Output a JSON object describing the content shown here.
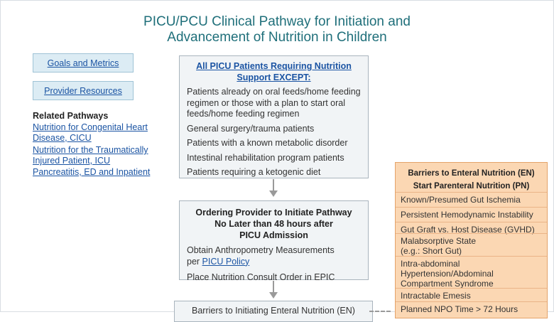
{
  "title": {
    "line1": "PICU/PCU Clinical Pathway for Initiation and",
    "line2": "Advancement of Nutrition in Children"
  },
  "sidebar": {
    "buttons": [
      "Goals and Metrics",
      "Provider Resources"
    ],
    "related_title": "Related Pathways",
    "related_links": [
      {
        "line1": "Nutrition for Congenital Heart",
        "line2": "Disease, CICU"
      },
      {
        "line1": "Nutrition for the Traumatically",
        "line2": "Injured Patient, ICU"
      },
      {
        "line1": "Pancreatitis, ED and Inpatient",
        "line2": ""
      }
    ]
  },
  "box1": {
    "header_line1": "All PICU Patients Requiring Nutrition",
    "header_line2": "Support EXCEPT:",
    "items": [
      {
        "l1": "Patients already on oral feeds/home feeding",
        "l2": "regimen or those with a plan to start oral",
        "l3": "feeds/home feeding regimen"
      },
      {
        "l1": "General surgery/trauma patients"
      },
      {
        "l1": "Patients with a known metabolic disorder"
      },
      {
        "l1": "Intestinal rehabilitation program patients"
      },
      {
        "l1": "Patients requiring a ketogenic diet"
      }
    ]
  },
  "box2": {
    "header_line1": "Ordering Provider to Initiate Pathway",
    "header_line2": "No Later than 48 hours after",
    "header_line3": "PICU Admission",
    "item1_line1": "Obtain Anthropometry Measurements",
    "item1_prefix": "per ",
    "item1_link": "PICU Policy",
    "item2": "Place Nutrition Consult Order in EPIC"
  },
  "box3": {
    "header": "Barriers to Initiating Enteral Nutrition (EN)"
  },
  "orange_box": {
    "header1": "Barriers to Enteral Nutrition (EN)",
    "header2": "Start Parenteral Nutrition (PN)",
    "items": [
      {
        "l1": "Known/Presumed Gut Ischemia"
      },
      {
        "l1": "Persistent Hemodynamic Instability"
      },
      {
        "l1": "Gut Graft vs. Host Disease (GVHD)"
      },
      {
        "l1": "Malabsorptive State",
        "l2": "(e.g.: Short Gut)"
      },
      {
        "l1": "Intra-abdominal",
        "l2": "Hypertension/Abdominal",
        "l3": "Compartment Syndrome"
      },
      {
        "l1": "Intractable Emesis"
      },
      {
        "l1": "Planned NPO Time > 72 Hours"
      }
    ]
  }
}
